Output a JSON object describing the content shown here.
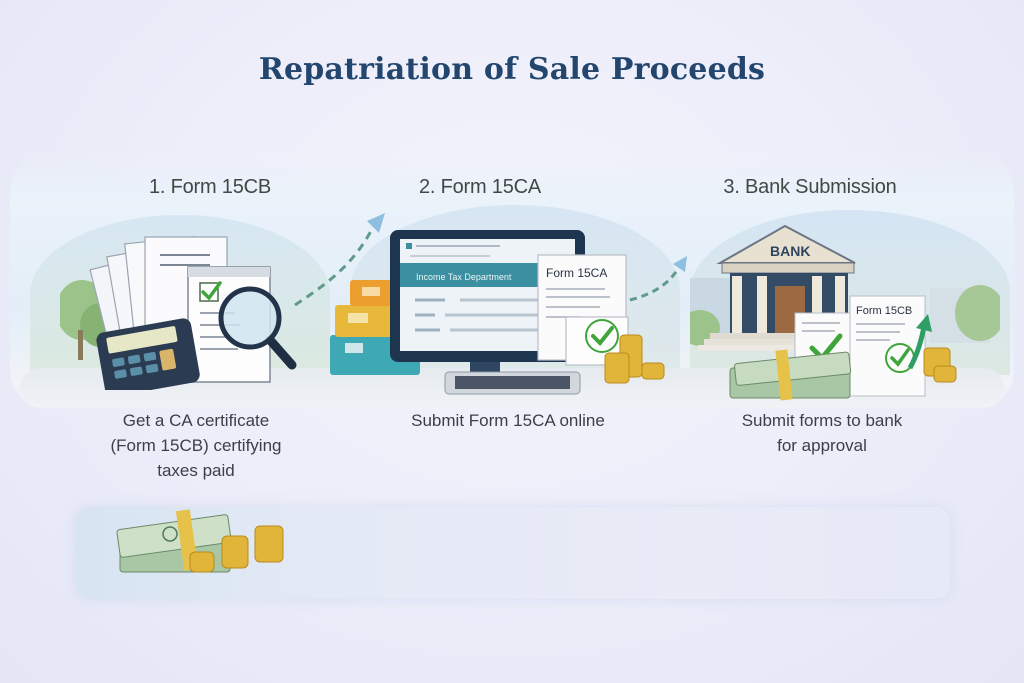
{
  "title": "Repatriation of Sale Proceeds",
  "steps": [
    {
      "number": "1.",
      "label": "1. Form 15CB",
      "description_lines": [
        "Get a CA certificate",
        "(Form 15CB) certifying",
        "taxes paid"
      ],
      "illustration": [
        "documents-icon",
        "calculator-icon",
        "magnifying-glass-icon",
        "checkmark-icon"
      ]
    },
    {
      "number": "2.",
      "label": "2. Form 15CA",
      "description_lines": [
        "Submit Form 15CA online"
      ],
      "illustration": [
        "computer-monitor-icon",
        "keyboard-icon",
        "stacked-boxes-icon",
        "form-document-icon",
        "coins-icon"
      ],
      "screen_header": "Income Tax Department",
      "form_label": "Form 15CA"
    },
    {
      "number": "3.",
      "label": "3. Bank Submission",
      "description_lines": [
        "Submit forms to bank",
        "for approval"
      ],
      "illustration": [
        "bank-building-icon",
        "cash-stack-icon",
        "coins-icon",
        "form-document-icon",
        "growth-arrow-icon"
      ],
      "bank_sign": "BANK",
      "form_label": "Form 15CB"
    }
  ],
  "bottom_panel": {
    "illustration": [
      "cash-stack-icon",
      "coins-icon"
    ]
  },
  "colors": {
    "title": "#23466f",
    "step_title": "#3f4a45",
    "description": "#3b3f46",
    "check_green": "#3fa53a",
    "teal": "#3a9aa4",
    "gold": "#e1b43a",
    "monitor": "#1e3550"
  }
}
